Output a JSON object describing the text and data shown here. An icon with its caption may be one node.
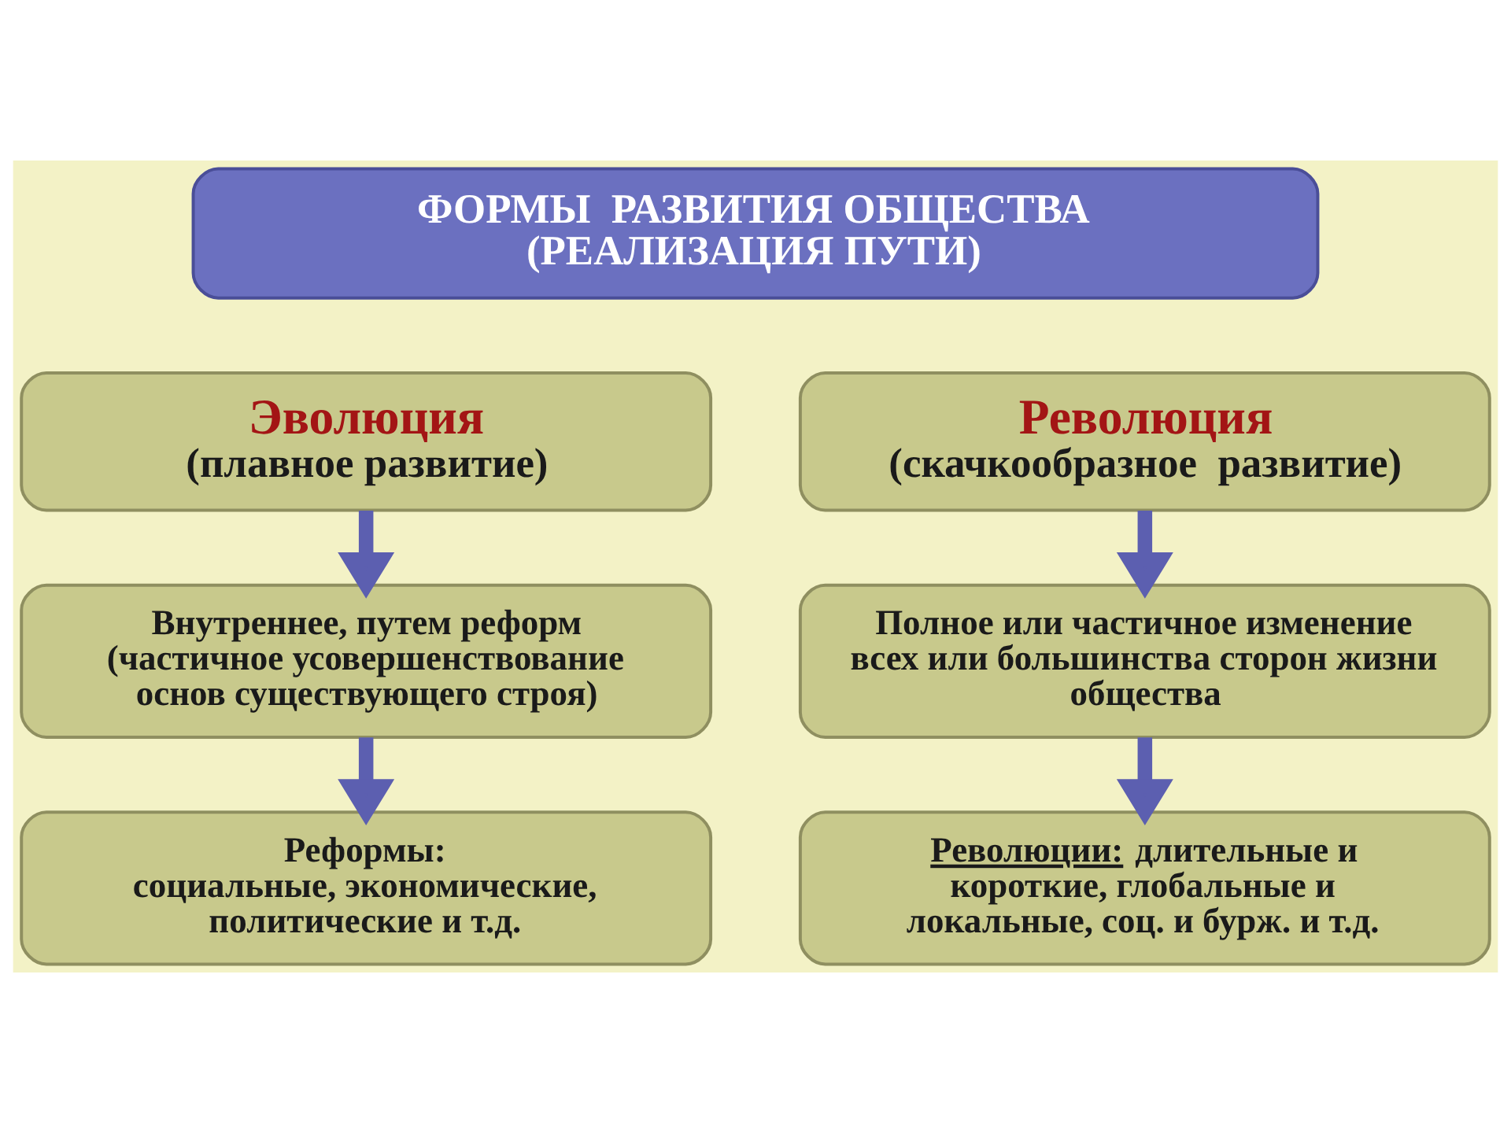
{
  "diagram": {
    "nodes": [
      {
        "text": [
          "ФОРМЫ  РАЗВИТИЯ ОБЩЕСТВА (РЕАЛИЗАЦИЯ ПУТИ)"
        ]
      },
      {
        "text": [
          "Эволюция",
          "(плавное развитие)"
        ]
      },
      {
        "text": [
          "Революция",
          "(скачкообразное  развитие)"
        ]
      },
      {
        "text": [
          "Внутреннее, путем реформ (частичное усовершенствование основ существующего строя)"
        ]
      },
      {
        "text": [
          "Полное или частичное изменение всех или большинства сторон жизни общества"
        ]
      },
      {
        "text": [
          "Реформы:",
          "социальные, экономические, политические и т.д."
        ]
      },
      {
        "text": [
          "**Революции:** длительные и короткие, глобальные и локальные, соц. и бурж. и т.д."
        ]
      }
    ],
    "edges": [
      {
        "from": 1,
        "to": 3,
        "arrow": "to"
      },
      {
        "from": 3,
        "to": 5,
        "arrow": "to"
      },
      {
        "from": 2,
        "to": 4,
        "arrow": "to"
      },
      {
        "from": 4,
        "to": 6,
        "arrow": "to"
      }
    ]
  }
}
